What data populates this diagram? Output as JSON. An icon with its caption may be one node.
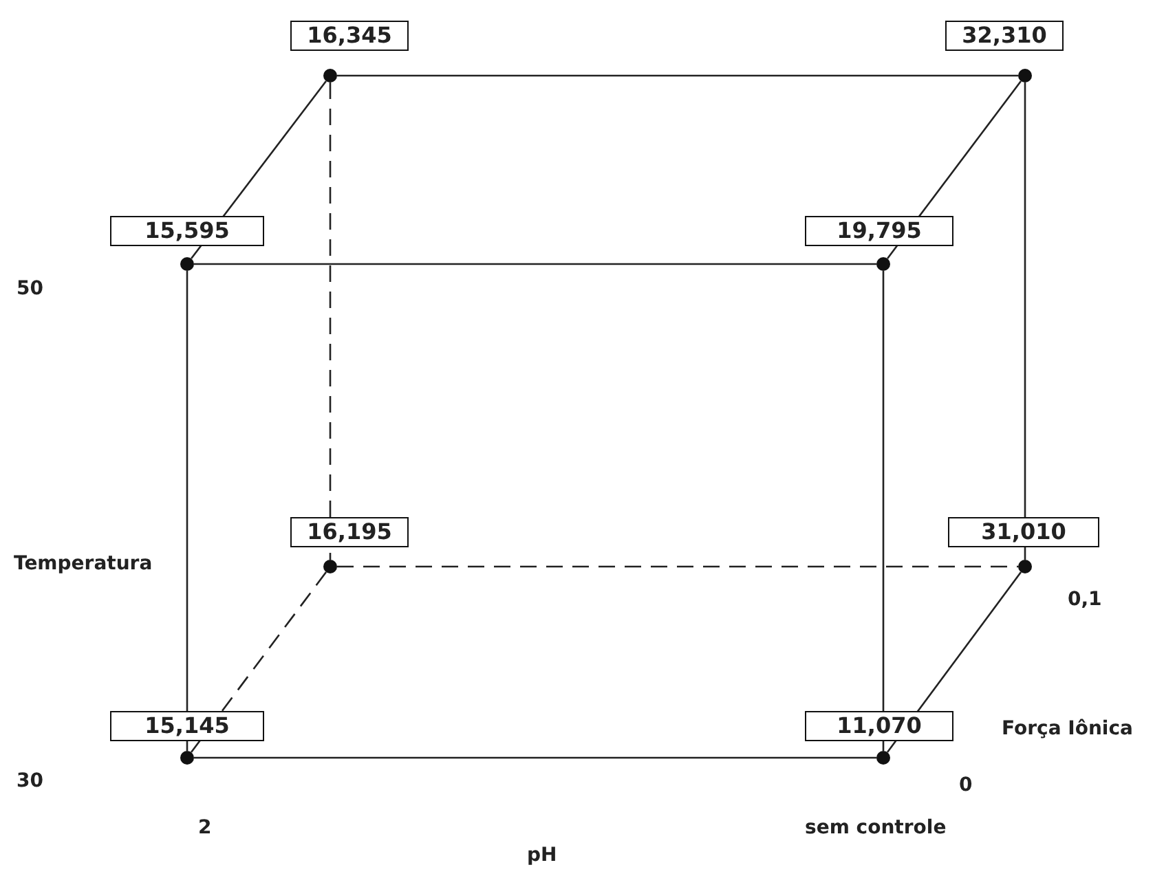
{
  "diagram": {
    "nodes": [
      {
        "text": [],
        "shape": "circle",
        "beside": [
          "16,345"
        ]
      },
      {
        "text": [],
        "shape": "circle",
        "beside": [
          "32,310"
        ]
      },
      {
        "text": [],
        "shape": "circle",
        "beside": [
          "15,595"
        ]
      },
      {
        "text": [],
        "shape": "circle",
        "beside": [
          "19,795"
        ]
      },
      {
        "text": [],
        "shape": "circle",
        "beside": [
          "16,195"
        ]
      },
      {
        "text": [],
        "shape": "circle",
        "beside": [
          "31,010"
        ]
      },
      {
        "text": [],
        "shape": "circle",
        "beside": [
          "15,145"
        ]
      },
      {
        "text": [],
        "shape": "circle",
        "beside": [
          "11,070"
        ]
      }
    ],
    "edges": [
      {
        "from": 0,
        "to": 1,
        "arrow": "none"
      },
      {
        "from": 0,
        "to": 2,
        "arrow": "none"
      },
      {
        "from": 1,
        "to": 3,
        "arrow": "none"
      },
      {
        "from": 2,
        "to": 3,
        "arrow": "none"
      },
      {
        "from": 1,
        "to": 5,
        "arrow": "none"
      },
      {
        "from": 2,
        "to": 6,
        "arrow": "none"
      },
      {
        "from": 3,
        "to": 7,
        "arrow": "none"
      },
      {
        "from": 6,
        "to": 7,
        "arrow": "none"
      },
      {
        "from": 0,
        "to": 4,
        "arrow": "none",
        "style": "dashed"
      },
      {
        "from": 4,
        "to": 5,
        "arrow": "none",
        "style": "dashed"
      },
      {
        "from": 4,
        "to": 6,
        "arrow": "none",
        "style": "dashed"
      },
      {
        "from": 5,
        "to": 7,
        "arrow": "none"
      }
    ],
    "labels": [
      "50",
      "Temperatura",
      "0,1",
      "Força Iônica",
      "30",
      "0",
      "2",
      "sem controle",
      "pH"
    ]
  }
}
